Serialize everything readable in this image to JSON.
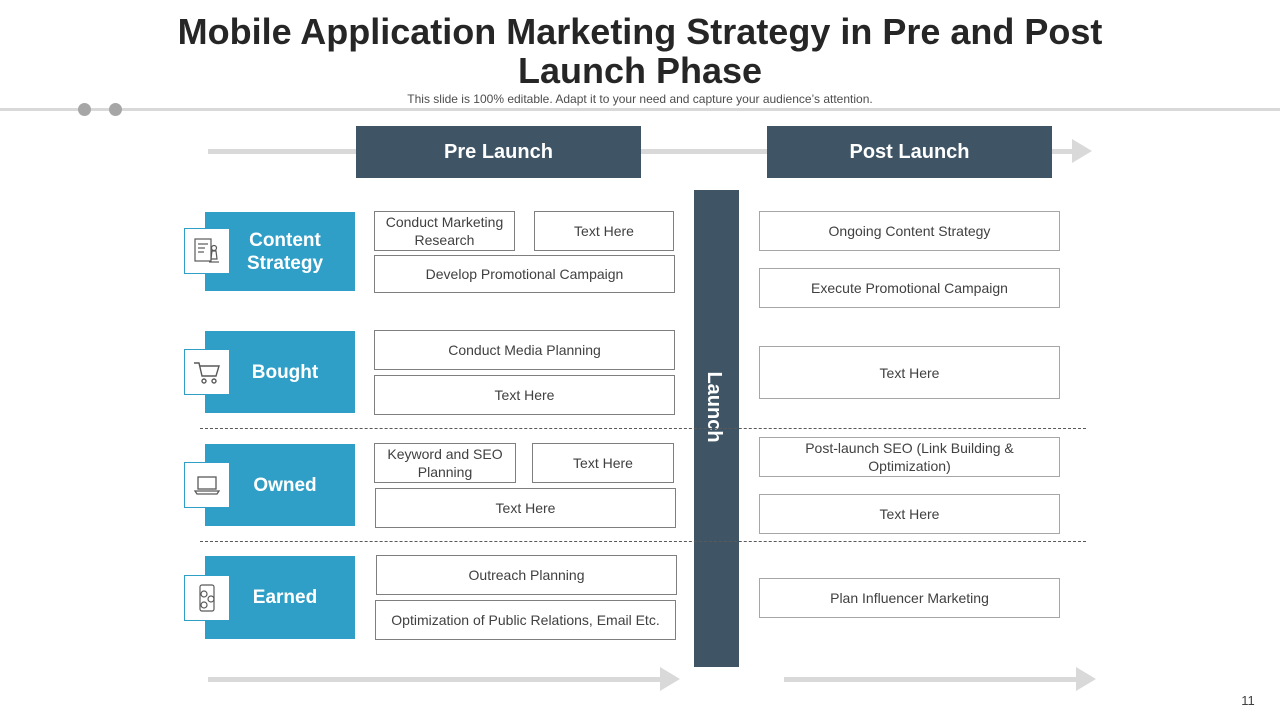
{
  "slide": {
    "title": "Mobile Application Marketing Strategy in Pre and Post Launch Phase",
    "subtitle": "This slide is 100% editable. Adapt it to your need and capture your audience’s attention.",
    "page_number": "11"
  },
  "phases": {
    "pre": "Pre Launch",
    "post": "Post Launch",
    "launch": "Launch"
  },
  "categories": [
    {
      "label": "Content Strategy",
      "icon": "document-chess-icon"
    },
    {
      "label": "Bought",
      "icon": "shopping-cart-icon"
    },
    {
      "label": "Owned",
      "icon": "laptop-icon"
    },
    {
      "label": "Earned",
      "icon": "money-bag-icon"
    }
  ],
  "pre_launch": {
    "content": [
      "Conduct  Marketing Research",
      "Text Here",
      "Develop Promotional Campaign"
    ],
    "bought": [
      "Conduct Media  Planning",
      "Text Here"
    ],
    "owned": [
      "Keyword and SEO Planning",
      "Text Here",
      "Text Here"
    ],
    "earned": [
      "Outreach Planning",
      "Optimization of Public Relations, Email Etc."
    ]
  },
  "post_launch": {
    "content": [
      "Ongoing Content Strategy",
      "Execute Promotional Campaign"
    ],
    "bought": [
      "Text Here"
    ],
    "owned": [
      "Post-launch SEO (Link Building & Optimization)",
      "Text Here"
    ],
    "earned": [
      "Plan Influencer  Marketing"
    ]
  },
  "colors": {
    "category_blue": "#2f9fc7",
    "header_dark": "#3f5566",
    "arrow_gray": "#d9d9d9"
  }
}
